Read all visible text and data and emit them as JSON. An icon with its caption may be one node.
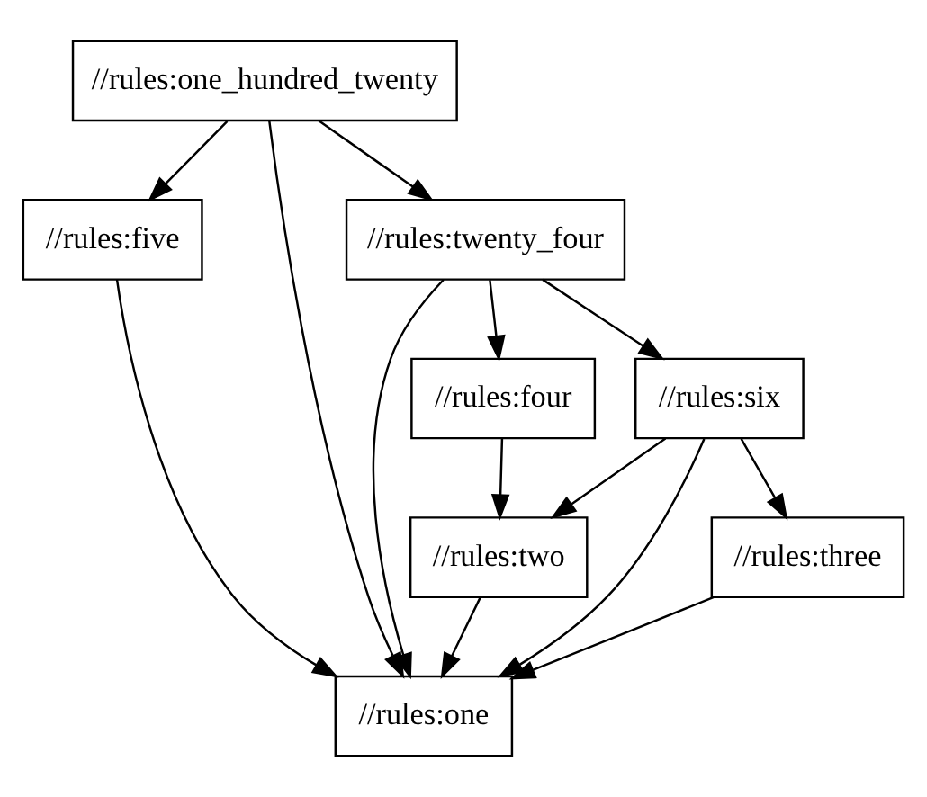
{
  "diagram": {
    "nodes": [
      {
        "text": [
          "//rules:one_hundred_twenty"
        ]
      },
      {
        "text": [
          "//rules:five"
        ]
      },
      {
        "text": [
          "//rules:twenty_four"
        ]
      },
      {
        "text": [
          "//rules:four"
        ]
      },
      {
        "text": [
          "//rules:six"
        ]
      },
      {
        "text": [
          "//rules:two"
        ]
      },
      {
        "text": [
          "//rules:three"
        ]
      },
      {
        "text": [
          "//rules:one"
        ]
      }
    ],
    "edges": [
      {
        "from": 0,
        "to": 1,
        "arrow": "to"
      },
      {
        "from": 0,
        "to": 7,
        "arrow": "to"
      },
      {
        "from": 0,
        "to": 2,
        "arrow": "to"
      },
      {
        "from": 1,
        "to": 7,
        "arrow": "to"
      },
      {
        "from": 2,
        "to": 7,
        "arrow": "to"
      },
      {
        "from": 2,
        "to": 3,
        "arrow": "to"
      },
      {
        "from": 2,
        "to": 4,
        "arrow": "to"
      },
      {
        "from": 3,
        "to": 5,
        "arrow": "to"
      },
      {
        "from": 4,
        "to": 5,
        "arrow": "to"
      },
      {
        "from": 4,
        "to": 7,
        "arrow": "to"
      },
      {
        "from": 4,
        "to": 6,
        "arrow": "to"
      },
      {
        "from": 5,
        "to": 7,
        "arrow": "to"
      },
      {
        "from": 6,
        "to": 7,
        "arrow": "to"
      }
    ]
  }
}
